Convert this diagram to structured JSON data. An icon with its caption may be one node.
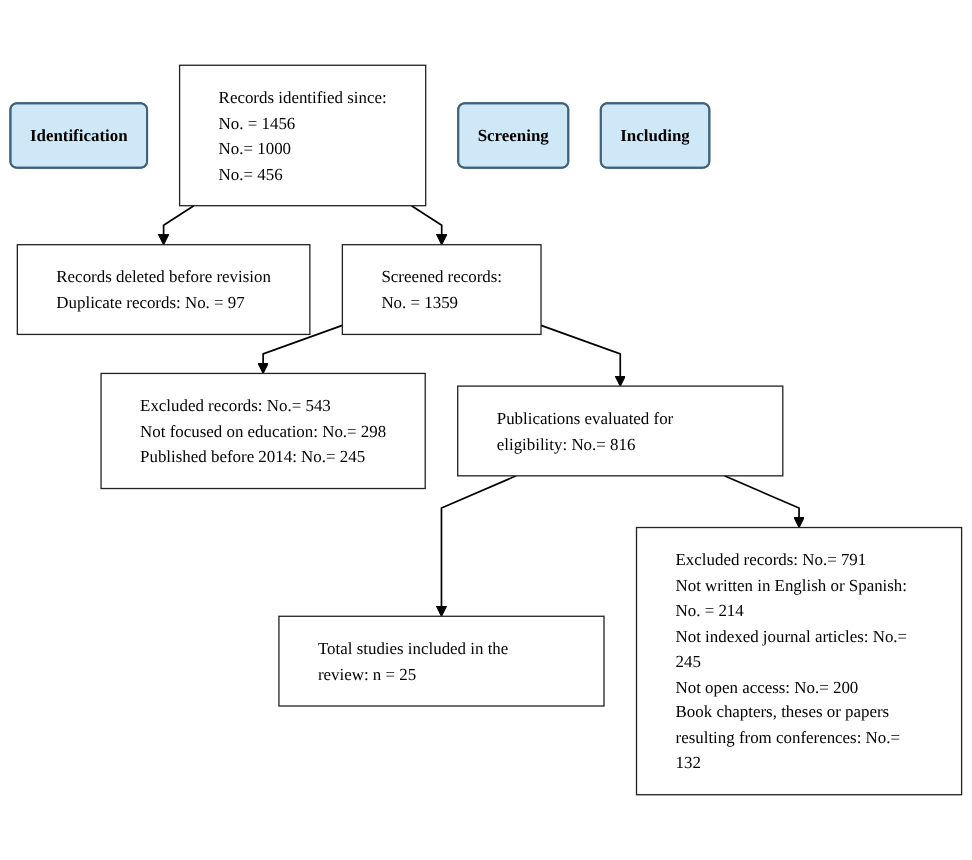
{
  "diagram": {
    "nodes": [
      {
        "text": [
          "Identification"
        ]
      },
      {
        "text": [
          "Records identified since:",
          "No. = 1456",
          "No.= 1000",
          "No.= 456"
        ]
      },
      {
        "text": [
          "Records deleted before revision",
          "Duplicate records: No. = 97"
        ]
      },
      {
        "text": [
          "Screening"
        ]
      },
      {
        "text": [
          "Screened records:",
          "No. = 1359"
        ]
      },
      {
        "text": [
          "Excluded records: No.= 543",
          "Not focused on education: No.= 298",
          "Published before 2014: No.= 245"
        ]
      },
      {
        "text": [
          "Including"
        ]
      },
      {
        "text": [
          "Publications evaluated for eligibility: No.= 816"
        ]
      },
      {
        "text": [
          "Excluded records: No.= 791",
          "Not written in English or Spanish: No. = 214",
          "Not indexed journal articles: No.= 245",
          "Not open access: No.= 200",
          "Book chapters, theses or papers resulting from conferences: No.= 132"
        ]
      },
      {
        "text": [
          "Total studies included in the review: n = 25"
        ]
      }
    ],
    "edges": [
      {
        "from": 1,
        "to": 4,
        "arrow": "to"
      },
      {
        "from": 1,
        "to": 2,
        "arrow": "to"
      },
      {
        "from": 4,
        "to": 7,
        "arrow": "to"
      },
      {
        "from": 4,
        "to": 5,
        "arrow": "to"
      },
      {
        "from": 7,
        "to": 9,
        "arrow": "to"
      },
      {
        "from": 7,
        "to": 8,
        "arrow": "to"
      }
    ]
  }
}
